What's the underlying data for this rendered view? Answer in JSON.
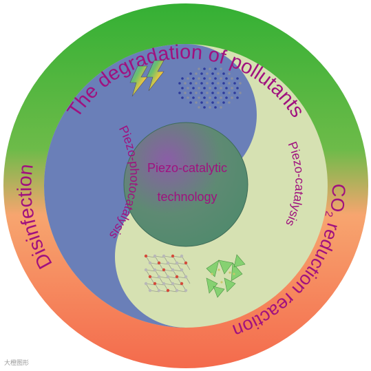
{
  "outer_ring": {
    "top": "The degradation of pollutants",
    "left": "Disinfection",
    "right_co2": "CO",
    "right_subscript": "2",
    "right_rest": " reduction reaction"
  },
  "inner": {
    "left_label": "Piezo-photocatalysis",
    "right_label": "Piezo-catalysis"
  },
  "center": {
    "line1": "Piezo-catalytic",
    "line2": "technology"
  },
  "watermark": {
    "text": "大橙图形"
  },
  "colors": {
    "ring_green": "#2faa3c",
    "ring_orange": "#f07a55",
    "left_region": "#6a7fb8",
    "right_region": "#d6e1b2",
    "center_circle": "#5a8a6c",
    "text": "#a0117f"
  }
}
